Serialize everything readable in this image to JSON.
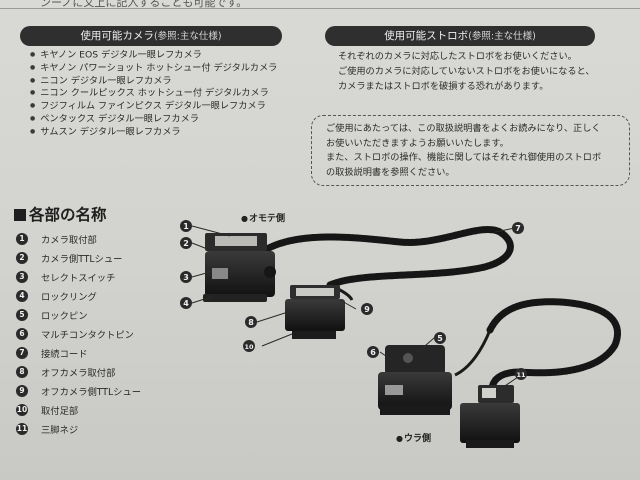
{
  "top_fragment": "ンーノに又上に記入することも可能です。",
  "supported_cameras": {
    "title": "使用可能カメラ",
    "title_note": "(参照:主な仕様)",
    "items": [
      "キヤノン EOS デジタル一眼レフカメラ",
      "キヤノン パワーショット ホットシュー付 デジタルカメラ",
      "ニコン デジタル一眼レフカメラ",
      "ニコン クールピックス ホットシュー付 デジタルカメラ",
      "フジフィルム ファインピクス デジタル一眼レフカメラ",
      "ペンタックス デジタル一眼レフカメラ",
      "サムスン デジタル一眼レフカメラ"
    ]
  },
  "supported_strobes": {
    "title": "使用可能ストロボ",
    "title_note": "(参照:主な仕様)",
    "lines": [
      "それぞれのカメラに対応したストロボをお使いください。",
      "ご使用のカメラに対応していないストロボをお使いになると、",
      "カメラまたはストロボを破損する恐れがあります。"
    ]
  },
  "note": {
    "lines": [
      "ご使用にあたっては、この取扱説明書をよくお読みになり、正しく",
      "お使いいただきますようお願いいたします。",
      "また、ストロボの操作、機能に関してはそれぞれ御使用のストロボ",
      "の取扱説明書を参照ください。"
    ]
  },
  "parts": {
    "title": "各部の名称",
    "items": [
      {
        "num": "1",
        "label": "カメラ取付部"
      },
      {
        "num": "2",
        "label": "カメラ側TTLシュー"
      },
      {
        "num": "3",
        "label": "セレクトスイッチ"
      },
      {
        "num": "4",
        "label": "ロックリング"
      },
      {
        "num": "5",
        "label": "ロックピン"
      },
      {
        "num": "6",
        "label": "マルチコンタクトピン"
      },
      {
        "num": "7",
        "label": "接続コード"
      },
      {
        "num": "8",
        "label": "オフカメラ取付部"
      },
      {
        "num": "9",
        "label": "オフカメラ側TTLシュー"
      },
      {
        "num": "10",
        "label": "取付足部"
      },
      {
        "num": "11",
        "label": "三脚ネジ"
      }
    ]
  },
  "diagram": {
    "front_label": "オモテ側",
    "back_label": "ウラ側",
    "callouts": [
      "1",
      "2",
      "3",
      "4",
      "7",
      "8",
      "9",
      "10",
      "5",
      "6",
      "11"
    ]
  }
}
